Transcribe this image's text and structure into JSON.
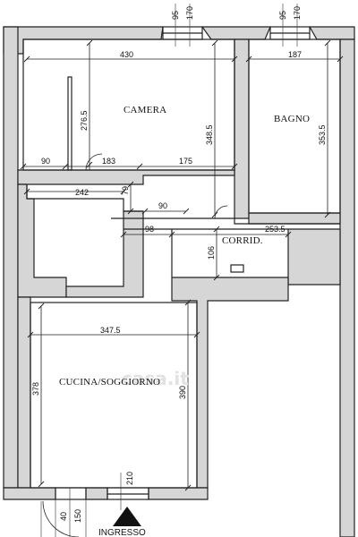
{
  "rooms": {
    "camera": "CAMERA",
    "bagno": "BAGNO",
    "corridoio": "CORRID.",
    "cucina": "CUCINA/SOGGIORNO"
  },
  "entrance": "INGRESSO",
  "watermark": "casa.it",
  "dimensions": {
    "top_left_95": "95",
    "top_left_170": "170",
    "top_right_95": "95",
    "top_right_170": "170",
    "camera_width": "430",
    "bagno_width": "187",
    "camera_left_276": "276.5",
    "camera_height": "348.5",
    "bagno_height": "353.5",
    "seg_90": "90",
    "seg_183": "183",
    "seg_175": "175",
    "seg_242": "242",
    "seg_79": "79",
    "seg_90b": "90",
    "seg_98": "98",
    "corr_253": "253.5",
    "corr_106": "106",
    "cucina_width": "347.5",
    "cucina_378": "378",
    "cucina_390": "390",
    "bottom_210": "210",
    "bottom_40": "40",
    "bottom_150": "150"
  },
  "colors": {
    "wall_fill": "#d6d6d6",
    "line": "#222222"
  }
}
